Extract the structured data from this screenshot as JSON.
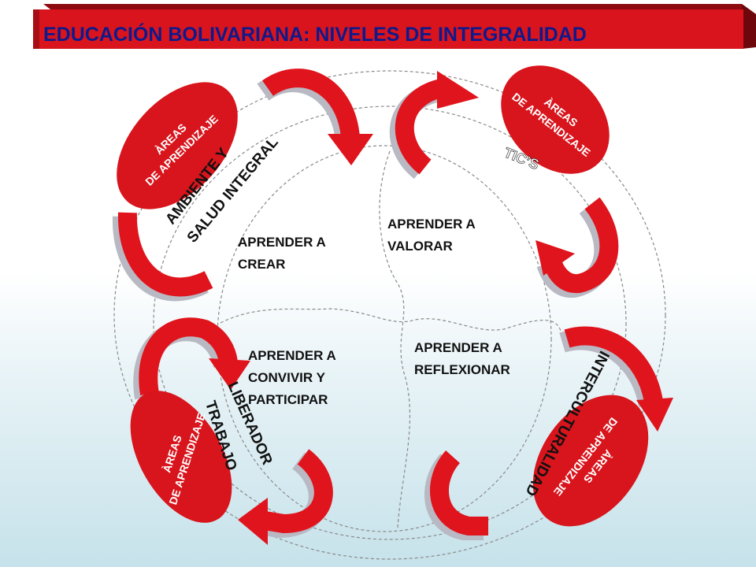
{
  "header": {
    "title": "EDUCACIÓN BOLIVARIANA: NIVELES DE INTEGRALIDAD"
  },
  "colors": {
    "banner_red": "#d9141d",
    "banner_dark": "#8c0a10",
    "title_blue": "#0d1a8c",
    "arrow_red": "#e0141c",
    "arrow_shadow": "#b9b9c4",
    "oval_red": "#d8141c",
    "dash_gray": "#8a8a8a"
  },
  "areas": {
    "top_left": {
      "line1": "ÀREAS",
      "line2": "DE APRENDIZAJE"
    },
    "top_right": {
      "line1": "ÀREAS",
      "line2": "DE APRENDIZAJE"
    },
    "bottom_left": {
      "line1": "ÀREAS",
      "line2": "DE APRENDIZAJE"
    },
    "bottom_right": {
      "line1": "ÀREAS",
      "line2": "DE APRENDIZAJE"
    }
  },
  "axes": {
    "ambiente_line1": "AMBIENTE Y",
    "ambiente_line2": "SALUD INTEGRAL",
    "tics": "TIC’S",
    "trabajo_line1": "TRABAJO",
    "trabajo_line2": "LIBERADOR",
    "intercultural": "INTERCULTURALIDAD"
  },
  "center": {
    "crear_line1": "APRENDER A",
    "crear_line2": "CREAR",
    "valorar_line1": "APRENDER A",
    "valorar_line2": "VALORAR",
    "convivir_line1": "APRENDER A",
    "convivir_line2": "CONVIVIR Y",
    "convivir_line3": "PARTICIPAR",
    "reflexionar_line1": "APRENDER A",
    "reflexionar_line2": "REFLEXIONAR"
  }
}
